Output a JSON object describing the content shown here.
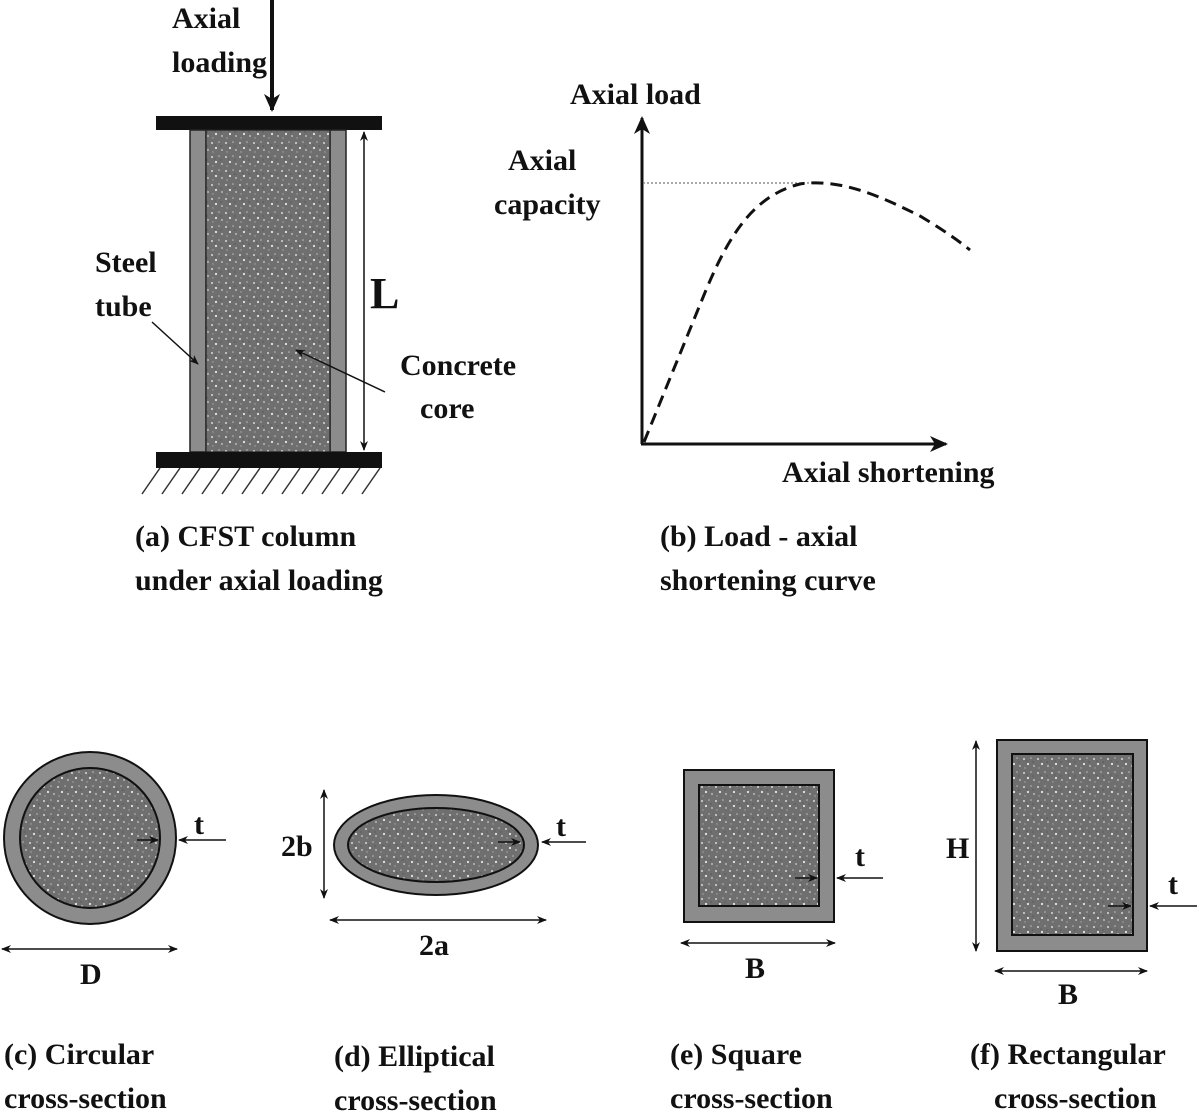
{
  "panel_a": {
    "load_label_line1": "Axial",
    "load_label_line2": "loading",
    "steel_label_line1": "Steel",
    "steel_label_line2": "tube",
    "length_label": "L",
    "concrete_label_line1": "Concrete",
    "concrete_label_line2": "core",
    "caption_line1": "(a) CFST column",
    "caption_line2": "under axial loading"
  },
  "panel_b": {
    "y_axis_label": "Axial load",
    "capacity_label_line1": "Axial",
    "capacity_label_line2": "capacity",
    "x_axis_label": "Axial shortening",
    "caption_line1": "(b)  Load - axial",
    "caption_line2": "shortening curve"
  },
  "panel_c": {
    "thickness_label": "t",
    "dim_label": "D",
    "caption_line1": "(c) Circular",
    "caption_line2": "cross-section"
  },
  "panel_d": {
    "thickness_label": "t",
    "height_label": "2b",
    "width_label": "2a",
    "caption_line1": "(d) Elliptical",
    "caption_line2": "cross-section"
  },
  "panel_e": {
    "thickness_label": "t",
    "width_label": "B",
    "caption_line1": "(e) Square",
    "caption_line2": "cross-section"
  },
  "panel_f": {
    "thickness_label": "t",
    "height_label": "H",
    "width_label": "B",
    "caption_line1": "(f) Rectangular",
    "caption_line2": "cross-section"
  },
  "colors": {
    "steel": "#8c8c8c",
    "concrete": "#6e6e6e",
    "line": "#111111"
  }
}
